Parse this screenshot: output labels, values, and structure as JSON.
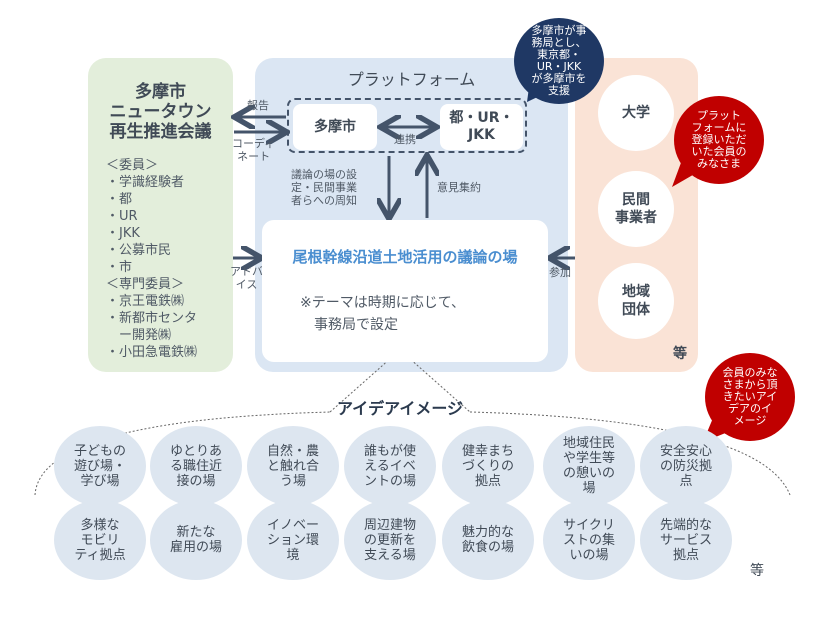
{
  "council": {
    "title": "多摩市\nニュータウン\n再生推進会議",
    "members": "＜委員＞\n・学識経験者\n・都\n・UR\n・JKK\n・公募市民\n・市\n＜専門委員＞\n・京王電鉄㈱\n・新都市センタ\n　ー開発㈱\n・小田急電鉄㈱"
  },
  "platform": {
    "title": "プラットフォーム",
    "tama": "多摩市",
    "partners": "都・UR・\nJKK",
    "link_label": "連携",
    "report_label": "報告",
    "coordinate_label": "コーディ\nネート",
    "notice_label": "議論の場の設\n定・民間事業\n者らへの周知",
    "opinion_label": "意見集約",
    "advice_label": "アドバ\nイス",
    "join_label": "参加",
    "forum_title": "尾根幹線沿道土地活用の議論の場",
    "forum_note": "※テーマは時期に応じて、\n　事務局で設定"
  },
  "members_side": {
    "items": [
      "大学",
      "民間\n事業者",
      "地域\n団体"
    ],
    "etc": "等"
  },
  "bubbles": {
    "secretariat": "多摩市が事\n務局とし、\n東京都・\nUR・JKK\nが多摩市を\n支援",
    "registered": "プラット\nフォームに\n登録いただ\nいた会員の\nみなさま",
    "ideas": "会員のみな\nさまから頂\nきたいアイ\nデアのイ\nメージ"
  },
  "ideas": {
    "title": "アイデアイメージ",
    "row1": [
      "子どもの\n遊び場・\n学び場",
      "ゆとりあ\nる職住近\n接の場",
      "自然・農\nと触れ合\nう場",
      "誰もが使\nえるイベ\nントの場",
      "健幸まち\nづくりの\n拠点",
      "地域住民\nや学生等\nの憩いの\n場",
      "安全安心\nの防災拠\n点"
    ],
    "row2": [
      "多様な\nモビリ\nティ拠点",
      "新たな\n雇用の場",
      "イノベー\nション環\n境",
      "周辺建物\nの更新を\n支える場",
      "魅力的な\n飲食の場",
      "サイクリ\nストの集\nいの場",
      "先端的な\nサービス\n拠点"
    ],
    "etc": "等"
  },
  "colors": {
    "navy": "#1f3864",
    "red": "#c00000",
    "forum_blue": "#4a8ed0",
    "arrow": "#44546a"
  }
}
